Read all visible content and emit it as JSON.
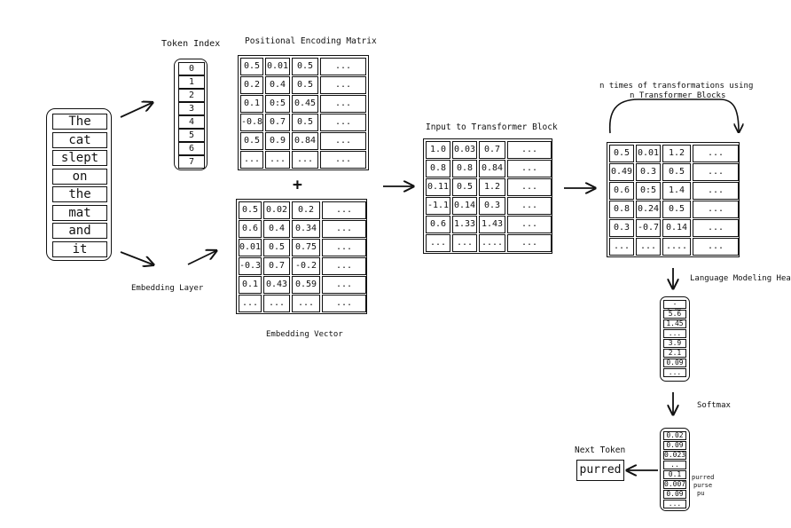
{
  "input_words": [
    "The",
    "cat",
    "slept",
    "on",
    "the",
    "mat",
    "and",
    "it"
  ],
  "token_index": {
    "title": "Token Index",
    "values": [
      "0",
      "1",
      "2",
      "3",
      "4",
      "5",
      "6",
      "7"
    ]
  },
  "positional_matrix": {
    "title": "Positional Encoding Matrix",
    "rows": [
      [
        "0.5",
        "0.01",
        "0.5",
        "..."
      ],
      [
        "0.2",
        "0.4",
        "0.5",
        "..."
      ],
      [
        "0.1",
        "0:5",
        "0.45",
        "..."
      ],
      [
        "-0.8",
        "0.7",
        "0.5",
        "..."
      ],
      [
        "0.5",
        "0.9",
        "0.84",
        "..."
      ],
      [
        "...",
        "...",
        "...",
        "..."
      ]
    ]
  },
  "plus_symbol": "+",
  "embedding_layer_label": "Embedding Layer",
  "embedding_matrix": {
    "title": "Embedding Vector",
    "rows": [
      [
        "0.5",
        "0.02",
        "0.2",
        "..."
      ],
      [
        "0.6",
        "0.4",
        "0.34",
        "..."
      ],
      [
        "0.01",
        "0.5",
        "0.75",
        "..."
      ],
      [
        "-0.3",
        "0.7",
        "-0.2",
        "..."
      ],
      [
        "0.1",
        "0.43",
        "0.59",
        "..."
      ],
      [
        "...",
        "...",
        "...",
        "..."
      ]
    ]
  },
  "transformer_input": {
    "title": "Input to Transformer Block",
    "rows": [
      [
        "1.0",
        "0.03",
        "0.7",
        "..."
      ],
      [
        "0.8",
        "0.8",
        "0.84",
        "..."
      ],
      [
        "0.11",
        "0.5",
        "1.2",
        "..."
      ],
      [
        "-1.1",
        "0.14",
        "0.3",
        "..."
      ],
      [
        "0.6",
        "1.33",
        "1.43",
        "..."
      ],
      [
        "...",
        "...",
        "....",
        "..."
      ]
    ]
  },
  "transformer_output": {
    "title_line1": "n times of transformations using",
    "title_line2": "n Transformer Blocks",
    "rows": [
      [
        "0.5",
        "0.01",
        "1.2",
        "..."
      ],
      [
        "0.49",
        "0.3",
        "0.5",
        "..."
      ],
      [
        "0.6",
        "0:5",
        "1.4",
        "..."
      ],
      [
        "0.8",
        "0.24",
        "0.5",
        "..."
      ],
      [
        "0.3",
        "-0.7",
        "0.14",
        "..."
      ],
      [
        "...",
        "...",
        "....",
        "..."
      ]
    ]
  },
  "lm_head": {
    "title": "Language Modeling Hea",
    "values": [
      "-e.05",
      "5.6",
      "1.45",
      "...",
      "3.9",
      "2.1",
      "0.09",
      "..."
    ]
  },
  "softmax": {
    "title": "Softmax",
    "values": [
      "0.02",
      "0.09",
      "0.023",
      "..",
      "0.1",
      "0.007",
      "0.09",
      "..."
    ]
  },
  "softmax_side_labels": [
    "purred",
    "purse",
    "pu"
  ],
  "next_token": {
    "title": "Next Token",
    "value": "purred"
  }
}
